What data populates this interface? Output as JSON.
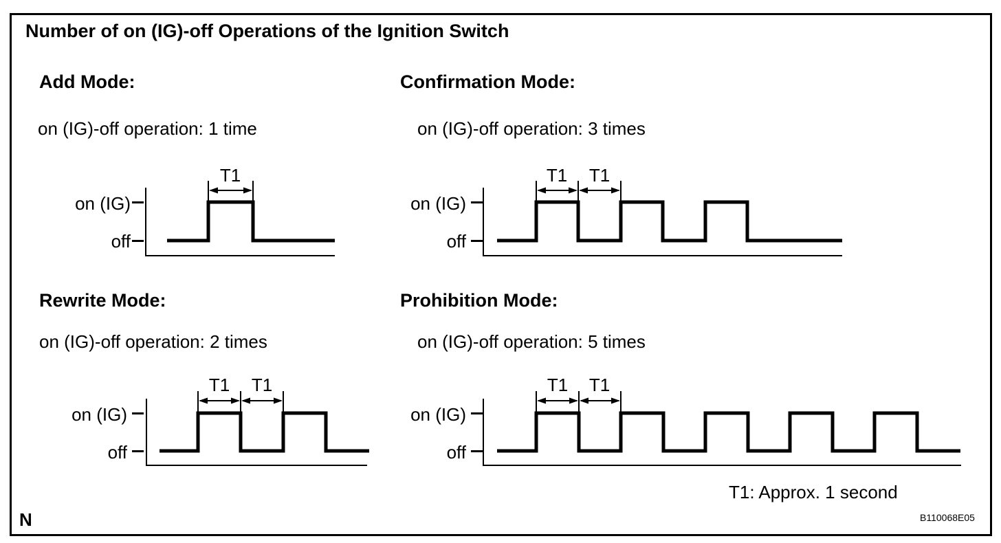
{
  "figure": {
    "title": "Number of on (IG)-off Operations of the Ignition Switch",
    "note": "T1: Approx. 1 second",
    "page_marker": "N",
    "figure_code": "B110068E05"
  },
  "labels": {
    "on_level": "on (IG)",
    "off_level": "off",
    "t1": "T1"
  },
  "modes": [
    {
      "name": "Add Mode:",
      "operation": "on (IG)-off operation: 1 time",
      "pulses": 1,
      "t1_markers": 1
    },
    {
      "name": "Confirmation Mode:",
      "operation": "on (IG)-off operation: 3 times",
      "pulses": 3,
      "t1_markers": 2
    },
    {
      "name": "Rewrite Mode:",
      "operation": "on (IG)-off operation: 2 times",
      "pulses": 2,
      "t1_markers": 2
    },
    {
      "name": "Prohibition Mode:",
      "operation": "on (IG)-off operation: 5 times",
      "pulses": 5,
      "t1_markers": 2
    }
  ],
  "colors": {
    "ink": "#000000",
    "background": "#ffffff"
  }
}
